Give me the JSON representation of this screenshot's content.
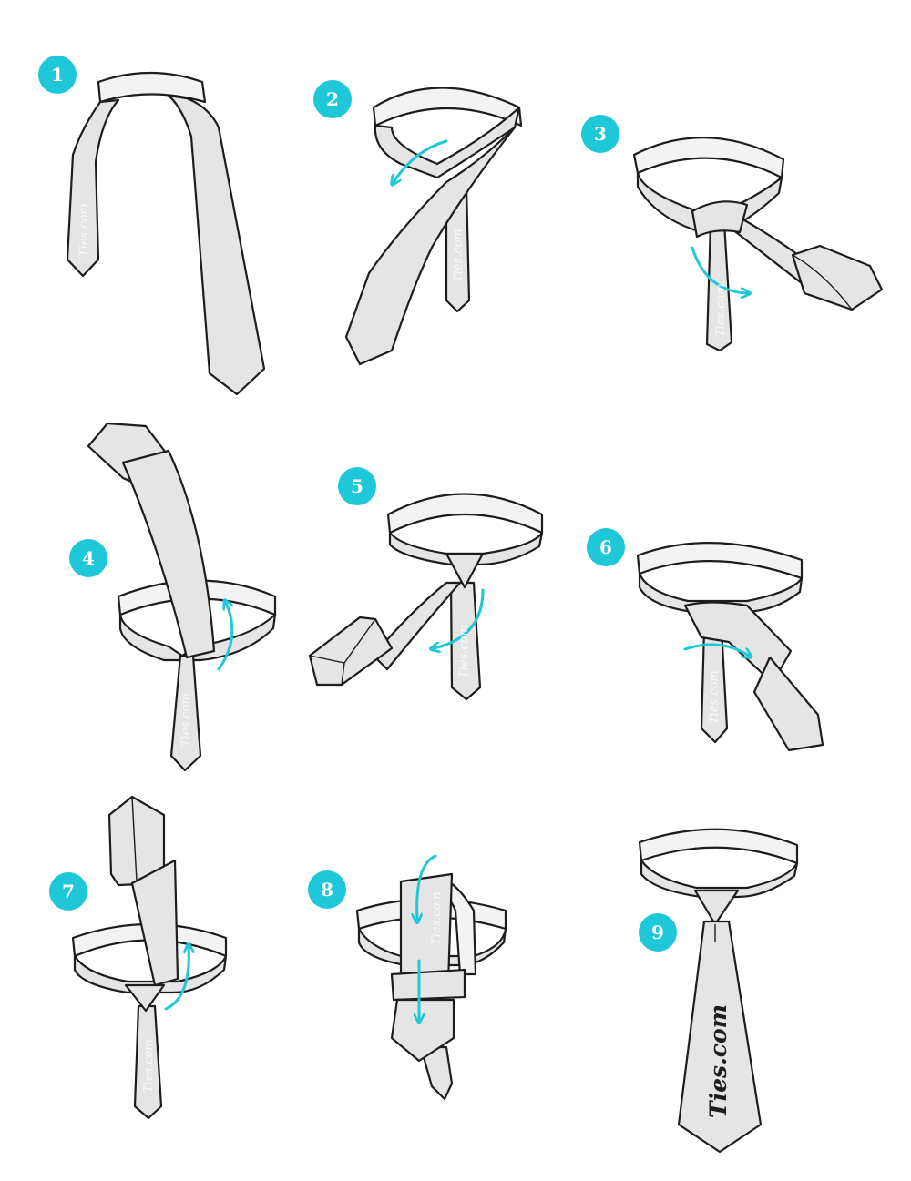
{
  "accent_color": "#1ec8d8",
  "steps": [
    {
      "number": "1",
      "watermark": "Ties.com"
    },
    {
      "number": "2",
      "watermark": "Ties.com"
    },
    {
      "number": "3",
      "watermark": "Ties.com"
    },
    {
      "number": "4",
      "watermark": "Ties.com"
    },
    {
      "number": "5",
      "watermark": "Ties.com"
    },
    {
      "number": "6",
      "watermark": "Ties.com"
    },
    {
      "number": "7",
      "watermark": "Ties.com"
    },
    {
      "number": "8",
      "watermark": "Ties.com"
    },
    {
      "number": "9",
      "watermark": "Ties.com"
    }
  ]
}
